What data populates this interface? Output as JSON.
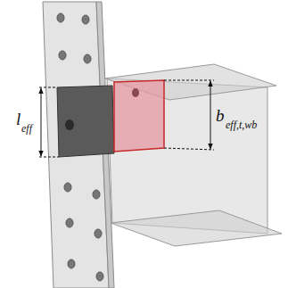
{
  "diagram": {
    "labels": [
      "l",
      "eff",
      "b",
      "eff,t,wb"
    ]
  }
}
